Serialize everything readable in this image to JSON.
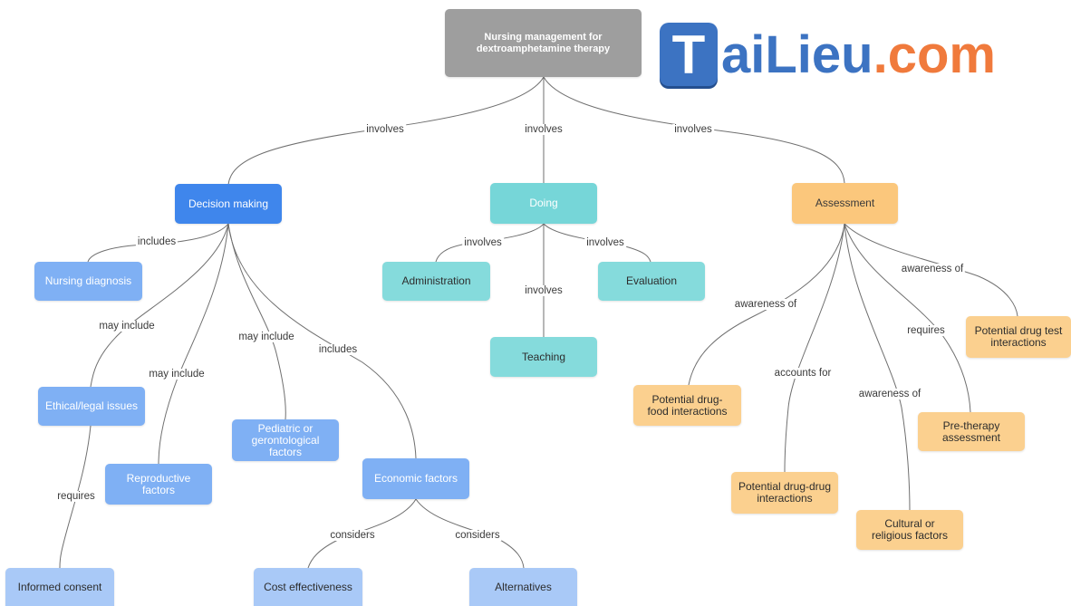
{
  "logo": {
    "mark": "T",
    "name_blue": "aiLieu",
    "name_orange": ".com"
  },
  "nodes": {
    "root": "Nursing management for dextroamphetamine therapy",
    "decision_making": "Decision making",
    "doing": "Doing",
    "assessment": "Assessment",
    "nursing_diagnosis": "Nursing diagnosis",
    "ethical_legal": "Ethical/legal issues",
    "reproductive": "Reproductive factors",
    "pediatric": "Pediatric or gerontological factors",
    "economic": "Economic factors",
    "informed_consent": "Informed consent",
    "cost_effectiveness": "Cost effectiveness",
    "alternatives": "Alternatives",
    "administration": "Administration",
    "evaluation": "Evaluation",
    "teaching": "Teaching",
    "drug_food": "Potential drug-food interactions",
    "drug_drug": "Potential drug-drug interactions",
    "cultural": "Cultural or religious factors",
    "pre_therapy": "Pre-therapy assessment",
    "drug_test": "Potential drug test interactions"
  },
  "edges": {
    "root_decision": "involves",
    "root_doing": "involves",
    "root_assessment": "involves",
    "dm_nursing": "includes",
    "dm_ethical": "may include",
    "dm_reproductive": "may include",
    "dm_pediatric": "may include",
    "dm_economic": "includes",
    "ethical_consent": "requires",
    "econ_cost": "considers",
    "econ_alt": "considers",
    "doing_admin": "involves",
    "doing_eval": "involves",
    "doing_teach": "involves",
    "assess_food": "awareness of",
    "assess_drug": "accounts for",
    "assess_cultural": "awareness of",
    "assess_pretherapy": "requires",
    "assess_test": "awareness of"
  },
  "colors": {
    "root": "#9e9e9e",
    "decision_main": "#3f86ec",
    "decision_light": "#7fb0f4",
    "doing": "#76d6d8",
    "assessment": "#fbc77c",
    "edge": "#6f6f6f"
  }
}
